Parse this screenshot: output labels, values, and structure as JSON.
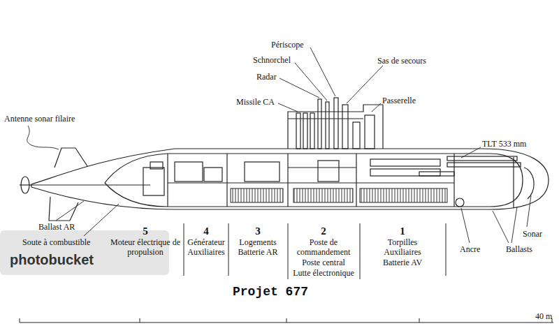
{
  "diagram": {
    "title": "Projet 677",
    "labels": [
      "Périscope",
      "Schnorchel",
      "Radar",
      "Sas de secours",
      "Missile CA",
      "Passerelle",
      "Antenne sonar filaire",
      "TLT 533 mm",
      "Sonar",
      "Ballasts",
      "Ancre",
      "Ballast AR",
      "Soute à combustible",
      "5",
      "Moteur électrique de propulsion",
      "4",
      "Générateur Auxiliaires",
      "3",
      "Logements Batterie AR",
      "2",
      "Poste de commandement Poste central",
      "Lutte électronique",
      "1",
      "Torpilles Auxiliaires Batterie AV",
      "40 m",
      "photobucket"
    ]
  }
}
